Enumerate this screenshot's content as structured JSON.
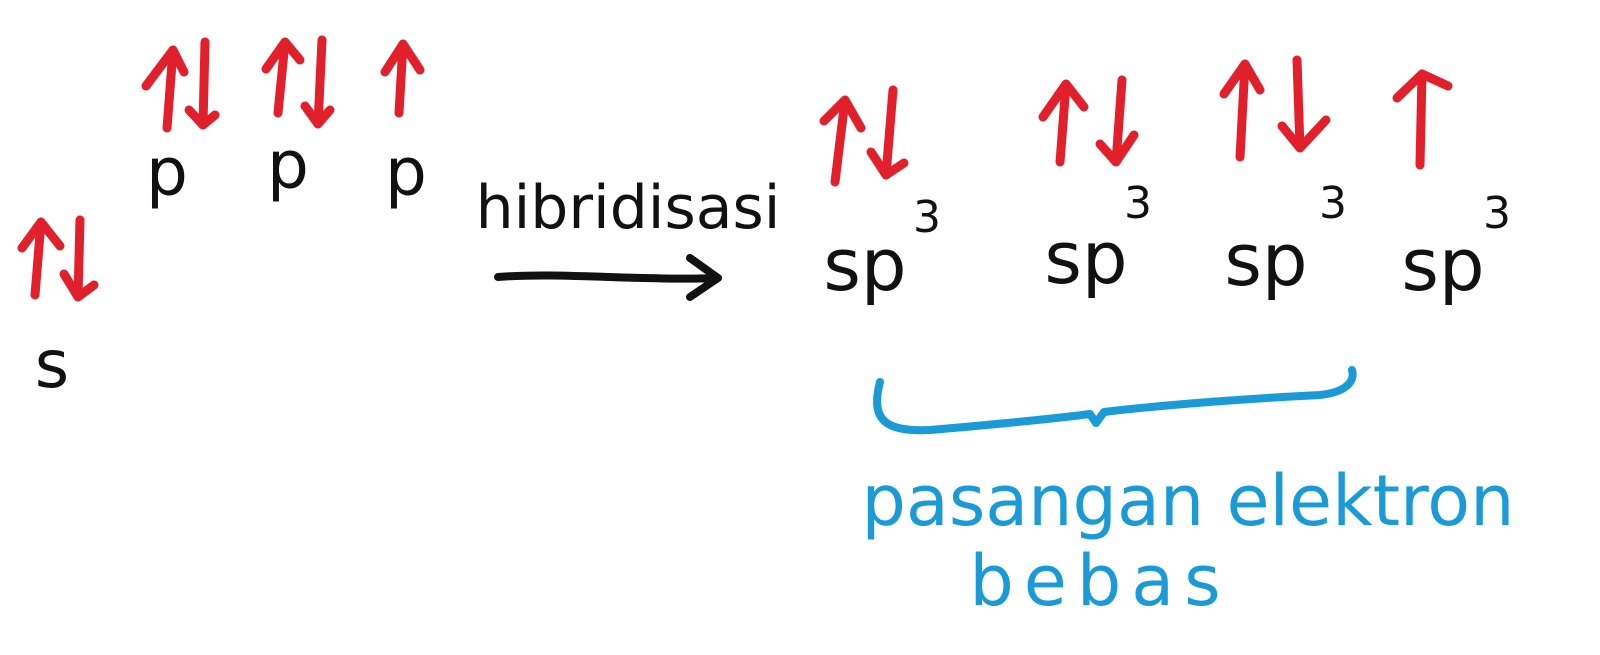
{
  "colors": {
    "ink": "#111111",
    "spin": "#e2202c",
    "annotation": "#1a9ad6"
  },
  "before": {
    "orbitals": [
      {
        "label": "s",
        "electrons": [
          "up",
          "down"
        ]
      },
      {
        "label": "p",
        "electrons": [
          "up",
          "down"
        ]
      },
      {
        "label": "p",
        "electrons": [
          "up",
          "down"
        ]
      },
      {
        "label": "p",
        "electrons": [
          "up"
        ]
      }
    ]
  },
  "arrow_label": "hibridisasi",
  "after": {
    "orbitals": [
      {
        "label": "sp",
        "superscript": "3",
        "electrons": [
          "up",
          "down"
        ]
      },
      {
        "label": "sp",
        "superscript": "3",
        "electrons": [
          "up",
          "down"
        ]
      },
      {
        "label": "sp",
        "superscript": "3",
        "electrons": [
          "up",
          "down"
        ]
      },
      {
        "label": "sp",
        "superscript": "3",
        "electrons": [
          "up"
        ]
      }
    ]
  },
  "brace_note": {
    "line1": "pasangan elektron",
    "line2": "bebas"
  }
}
